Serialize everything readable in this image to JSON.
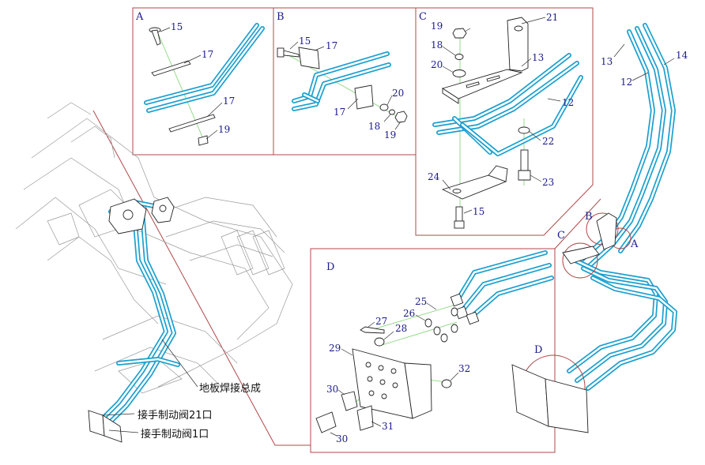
{
  "panels": {
    "A": {
      "title": "A",
      "labels": {
        "p15": "15",
        "p17a": "17",
        "p17b": "17",
        "p19": "19"
      }
    },
    "B": {
      "title": "B",
      "labels": {
        "p15": "15",
        "p17a": "17",
        "p17b": "17",
        "p20": "20",
        "p18": "18",
        "p19": "19"
      }
    },
    "C": {
      "title": "C",
      "labels": {
        "p19": "19",
        "p18": "18",
        "p20": "20",
        "p21": "21",
        "p13": "13",
        "p12": "12",
        "p22": "22",
        "p23": "23",
        "p24": "24",
        "p15": "15"
      }
    },
    "D": {
      "title": "D",
      "labels": {
        "p25": "25",
        "p26": "26",
        "p27": "27",
        "p28": "28",
        "p29": "29",
        "p30a": "30",
        "p30b": "30",
        "p31": "31",
        "p32": "32"
      }
    }
  },
  "overview_right": {
    "labels": {
      "p13": "13",
      "p14": "14",
      "p12": "12"
    },
    "callouts": {
      "A": "A",
      "B": "B",
      "C": "C",
      "D": "D"
    }
  },
  "main_assembly": {
    "note_floor": "地板焊接总成",
    "note_port21": "接手制动阀21口",
    "note_port1": "接手制动阀1口"
  },
  "colors": {
    "pipe": "#1aa0cf",
    "frame": "#b04848",
    "label": "#1a1a8c",
    "axis": "#7bd36f"
  }
}
